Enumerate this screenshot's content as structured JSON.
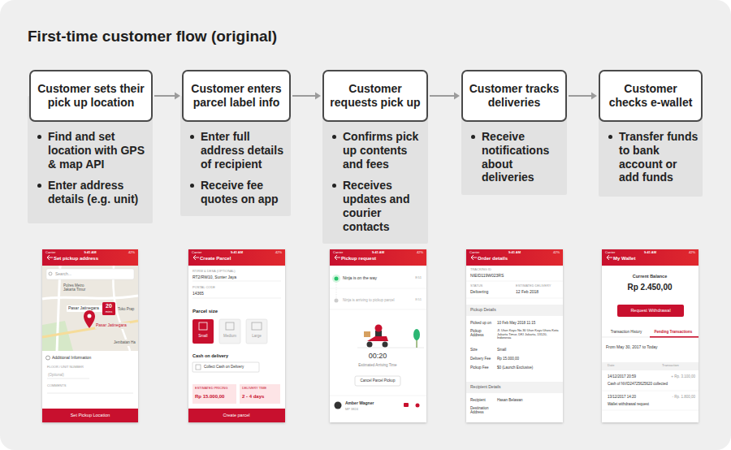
{
  "diagram": {
    "title": "First-time customer flow (original)",
    "nodes": [
      {
        "text": [
          "Customer sets their pick up location"
        ]
      },
      {
        "text": [
          "Find and set location with GPS & map API",
          "Enter address details (e.g. unit)"
        ]
      },
      {
        "text": [
          "Customer enters parcel label info"
        ]
      },
      {
        "text": [
          "Enter full address details of recipient",
          "Receive fee quotes on app"
        ]
      },
      {
        "text": [
          "Customer requests pick up"
        ]
      },
      {
        "text": [
          "Confirms pick up contents and fees",
          "Receives updates and courier contacts"
        ]
      },
      {
        "text": [
          "Customer tracks deliveries"
        ]
      },
      {
        "text": [
          "Receive notifications about deliveries"
        ]
      },
      {
        "text": [
          "Customer checks e-wallet"
        ]
      },
      {
        "text": [
          "Transfer funds to bank account or add funds"
        ]
      }
    ],
    "edges": [
      {
        "from": 0,
        "to": 2,
        "arrow": "to"
      },
      {
        "from": 2,
        "to": 4,
        "arrow": "to"
      },
      {
        "from": 4,
        "to": 6,
        "arrow": "to"
      },
      {
        "from": 6,
        "to": 8,
        "arrow": "to"
      }
    ],
    "labels": [
      "Carrier",
      "9:41 AM",
      "42%",
      "Carrier",
      "9:41 AM",
      "42%",
      "Carrier",
      "9:41 AM",
      "42%",
      "Carrier",
      "9:41 AM",
      "42%",
      "Carrier",
      "9:41 AM",
      "42%",
      "Set pickup address",
      "Search...",
      "Polres Metro Jakarta Timur",
      "Pasar Jatinegara",
      "20",
      "mins",
      "Toko Prap",
      "Pasar Jatinegara",
      "Jembatan Ha",
      "Additional Information",
      "FLOOR / UNIT NUMBER",
      "(Optional)",
      "COMMENTS",
      "Set Pickup Location",
      "Create Parcel",
      "RT/RW & DESA (OPTIONAL)",
      "RT2/RW10, Sunter Jaya",
      "POSTAL CODE",
      "14365",
      "Parcel size",
      "Small",
      "Medium",
      "Large",
      "Cash on delivery",
      "Collect Cash on Delivery",
      "ESTIMATED PRICING",
      "Rp 15.000,00",
      "DELIVERY TIME",
      "2 - 4 days",
      "Create parcel",
      "Pickup request",
      "Ninja is on the way",
      "8:51",
      "Ninja is arriving to pickup parcel",
      "8:51",
      "00:20",
      "Estimated Arriving Time",
      "Cancel Parcel Pickup",
      "Amber Wagner",
      "MP 3824",
      "Order details",
      "TRACKING ID",
      "NIEID119W023RS",
      "STATUS",
      "ESTIMATED DELIVERY",
      "Delivering",
      "12 Feb 2018",
      "Pickup Details",
      "Picked up on",
      "10 Feb May 2018 11:15",
      "Pickup Address",
      "Jl. Utan Kayu No.30 Utan Kayu Utara Kota Jakarta Timur, DKI Jakarta, 13120, Indonesia",
      "Size",
      "Small",
      "Delivery Fee",
      "Rp 15.000,00",
      "Pickup Fee",
      "$0 (Launch Exclusive)",
      "Recipient Details",
      "Recipient",
      "Hasan Belawan",
      "Destination Address",
      "My Wallet",
      "Current Balance",
      "Rp 2.450,00",
      "Request Withdrawal",
      "Transaction History",
      "Pending Transactions",
      "From May 30, 2017 to Today",
      "Date",
      "Transaction",
      "14/12/2017 20:59",
      "+ Rp. 3.100,00",
      "Cash of NVID24725625620 collected",
      "13/12/2017 14:20",
      "- Rp. 1.800,00",
      "Wallet withdrawal request"
    ]
  }
}
